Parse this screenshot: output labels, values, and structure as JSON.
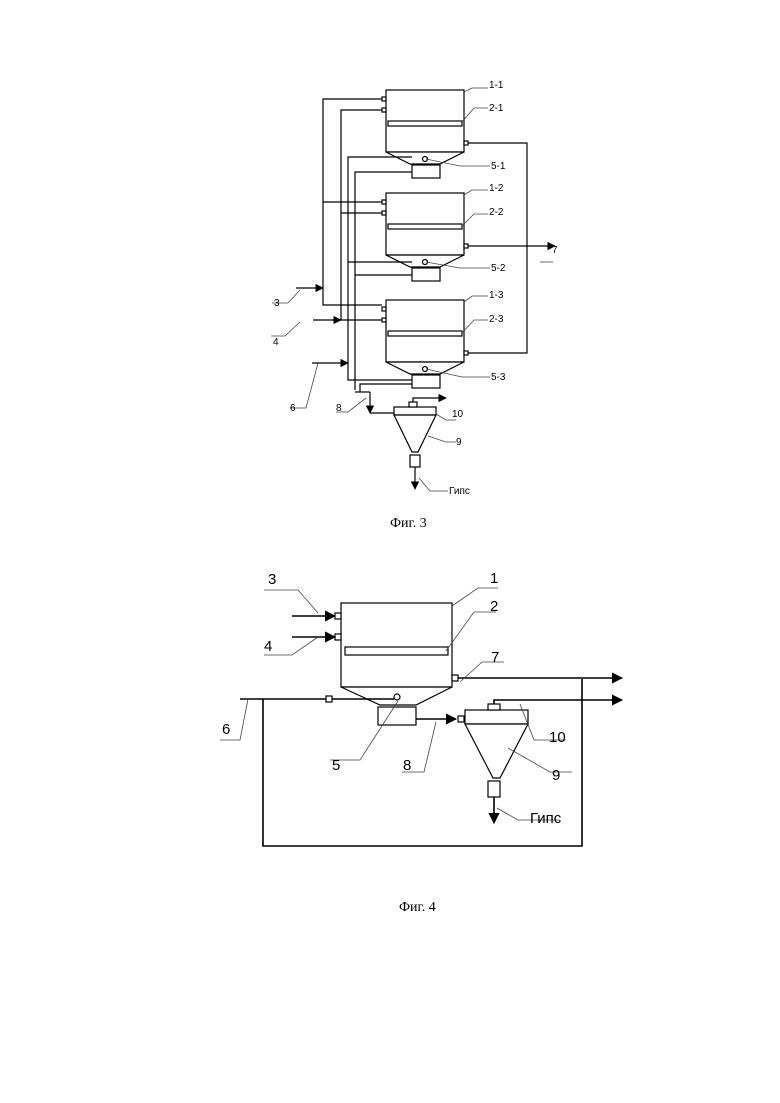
{
  "fig3": {
    "caption": "Фиг. 3",
    "labels": {
      "l1_1": "1-1",
      "l2_1": "2-1",
      "l5_1": "5-1",
      "l1_2": "1-2",
      "l2_2": "2-2",
      "l5_2": "5-2",
      "l1_3": "1-3",
      "l2_3": "2-3",
      "l5_3": "5-3",
      "l3": "3",
      "l4": "4",
      "l6": "6",
      "l7": "7",
      "l8": "8",
      "l9": "9",
      "l10": "10",
      "gips": "Гипс"
    }
  },
  "fig4": {
    "caption": "Фиг. 4",
    "labels": {
      "l1": "1",
      "l2": "2",
      "l3": "3",
      "l4": "4",
      "l5": "5",
      "l6": "6",
      "l7": "7",
      "l8": "8",
      "l9": "9",
      "l10": "10",
      "gips": "Гипс"
    }
  }
}
